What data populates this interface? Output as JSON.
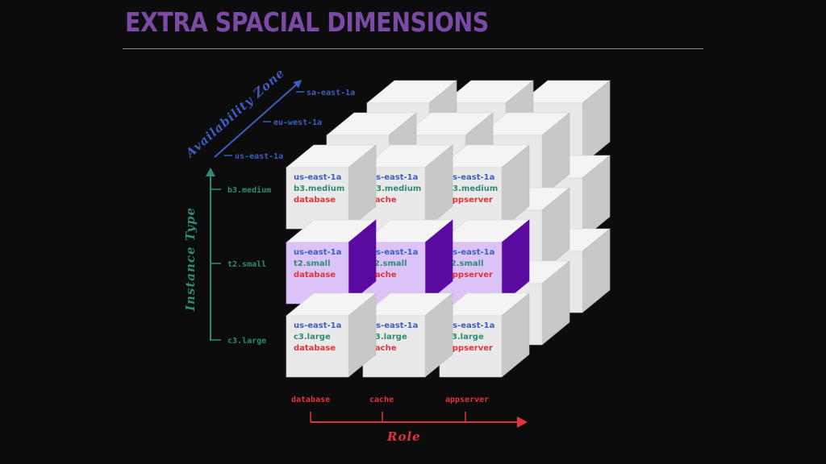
{
  "title": "EXTRA SPACIAL DIMENSIONS",
  "colors": {
    "background": "#0c0c0d",
    "title": "#7a4aa6",
    "zone_text": "#3b5fc0",
    "instance_text": "#2f8a77",
    "role_text": "#e0343a",
    "highlight_front": "#dcc3f7",
    "highlight_side": "#5b0aa0"
  },
  "axes": {
    "availability_zone": {
      "title": "Availability Zone",
      "ticks": [
        "us-east-1a",
        "eu-west-1a",
        "sa-east-1a"
      ]
    },
    "instance_type": {
      "title": "Instance Type",
      "ticks": [
        "b3.medium",
        "t2.small",
        "c3.large"
      ]
    },
    "role": {
      "title": "Role",
      "ticks": [
        "database",
        "cache",
        "appserver"
      ]
    }
  },
  "cells": [
    [
      {
        "zone": "us-east-1a",
        "instance": "b3.medium",
        "role": "database"
      },
      {
        "zone": "us-east-1a",
        "instance": "b3.medium",
        "role": "cache"
      },
      {
        "zone": "us-east-1a",
        "instance": "b3.medium",
        "role": "appserver"
      }
    ],
    [
      {
        "zone": "us-east-1a",
        "instance": "t2.small",
        "role": "database",
        "highlighted": true
      },
      {
        "zone": "us-east-1a",
        "instance": "t2.small",
        "role": "cache",
        "highlighted": true
      },
      {
        "zone": "us-east-1a",
        "instance": "t2.small",
        "role": "appserver",
        "highlighted": true
      }
    ],
    [
      {
        "zone": "us-east-1a",
        "instance": "c3.large",
        "role": "database"
      },
      {
        "zone": "us-east-1a",
        "instance": "c3.large",
        "role": "cache"
      },
      {
        "zone": "us-east-1a",
        "instance": "c3.large",
        "role": "appserver"
      }
    ]
  ]
}
